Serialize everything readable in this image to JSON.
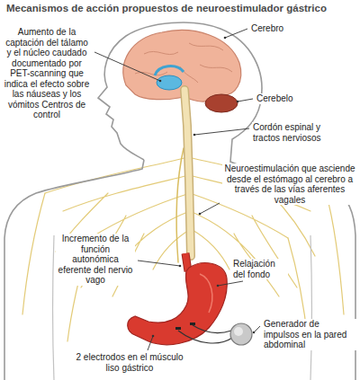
{
  "diagram": {
    "title": "Mecanismos de acción propuestos de neuroestimulador gástrico",
    "labels": [
      "Aumento de la captación del tálamo y el núcleo caudado documentado por PET-scanning que indica el efecto sobre las náuseas y los vómitos Centros de control",
      "Cerebro",
      "Cerebelo",
      "Cordón espinal y tractos nerviosos",
      "Neuroestimulación que asciende desde el estómago al cerebro a través de las vías aferentes vagales",
      "Incremento de la función autonómica eferente del nervio vago",
      "Relajación del fondo",
      "Generador de impulsos en la pared abdominal",
      "2 electrodos en el músculo liso gástrico"
    ]
  }
}
